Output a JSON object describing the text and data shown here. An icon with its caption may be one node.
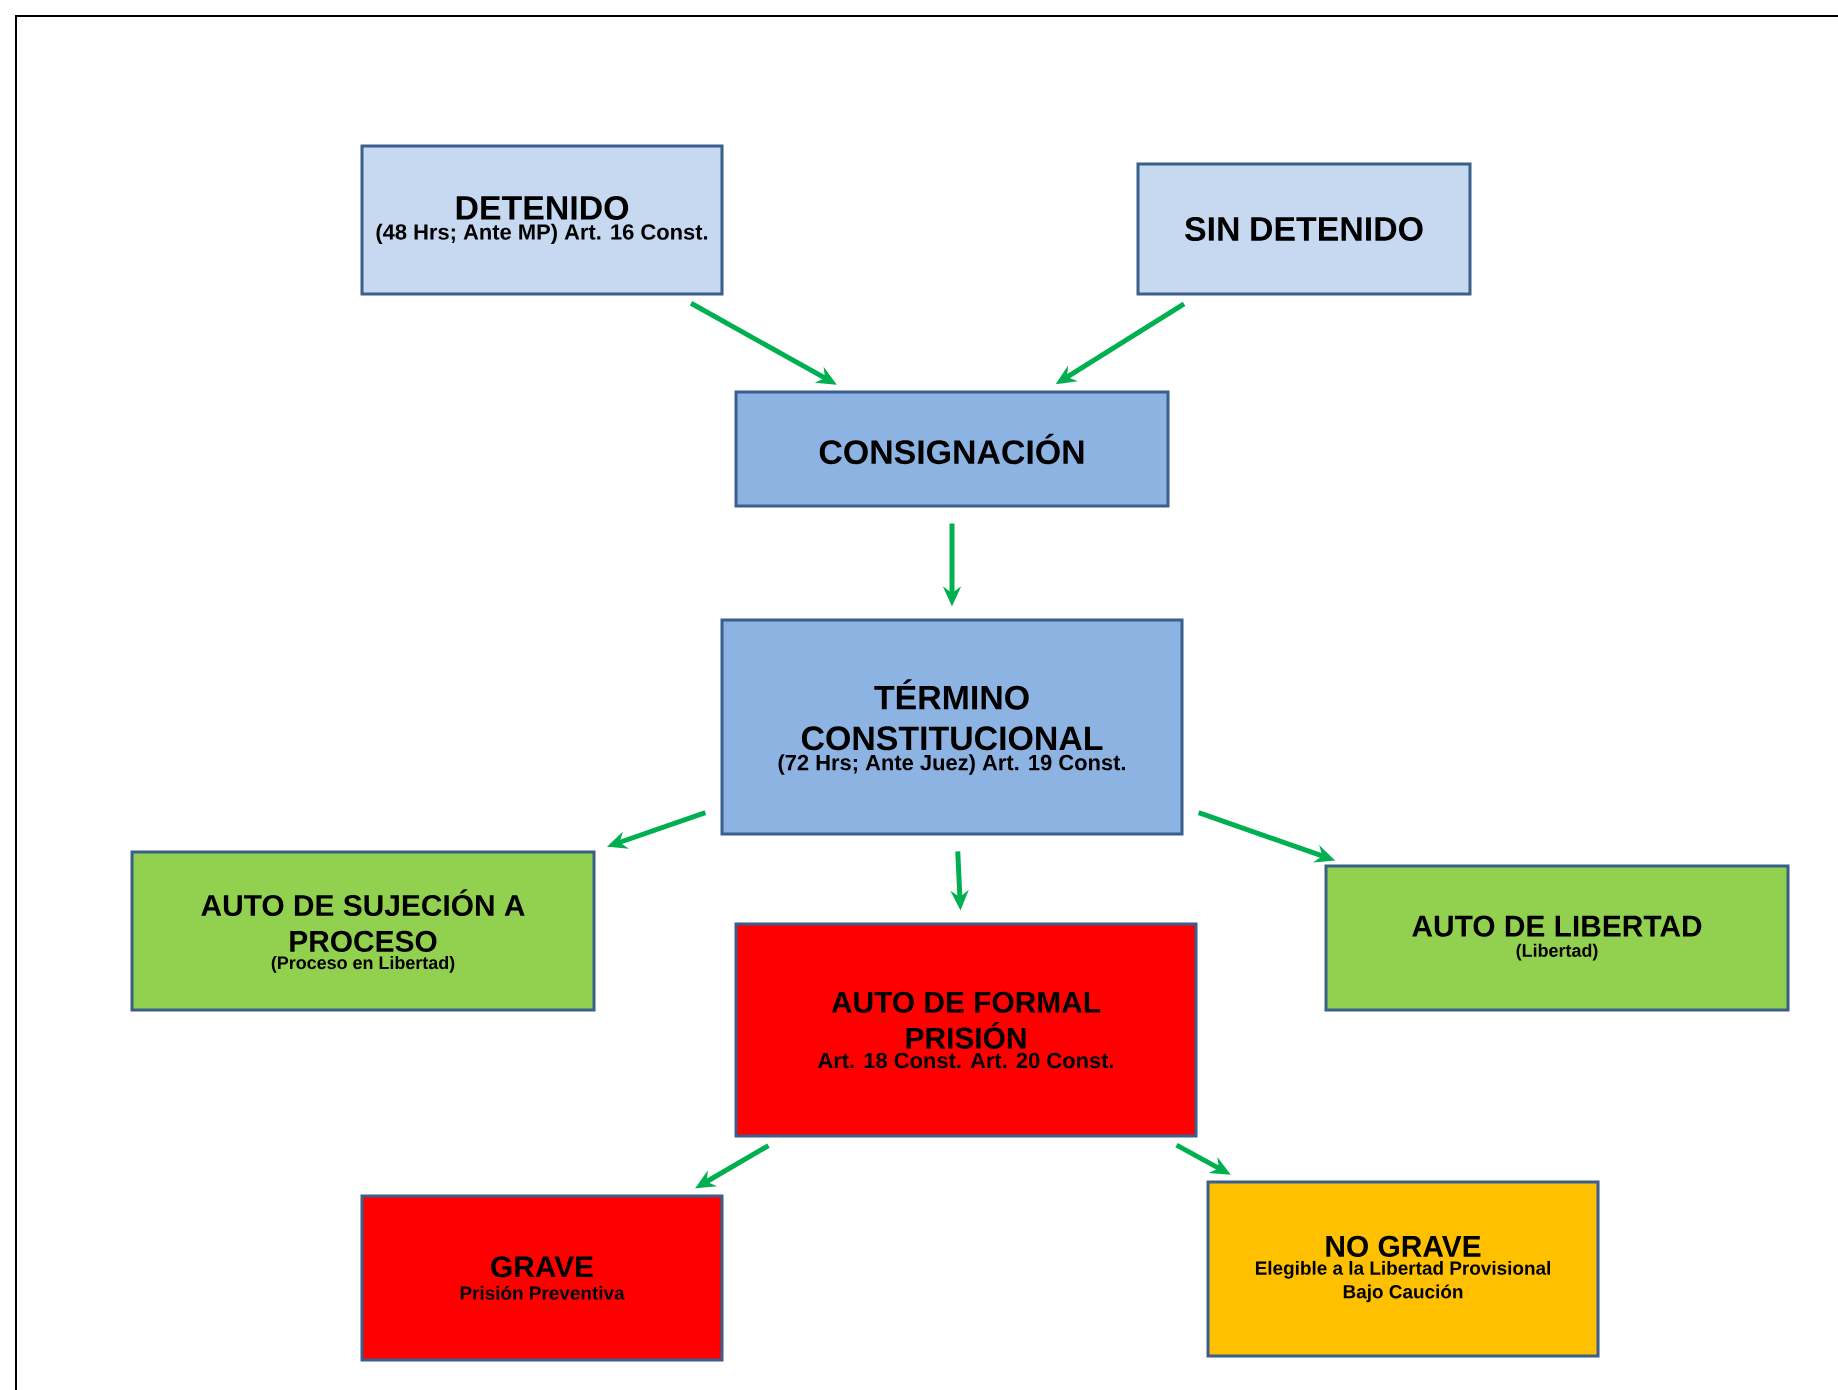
{
  "diagram": {
    "nodes": [
      {
        "text": [
          "DETENIDO",
          "(48 Hrs; Ante MP) Art. 16 Const."
        ]
      },
      {
        "text": [
          "SIN DETENIDO"
        ]
      },
      {
        "text": [
          "CONSIGNACIÓN"
        ]
      },
      {
        "text": [
          "TÉRMINO CONSTITUCIONAL",
          "(72 Hrs; Ante Juez) Art. 19 Const."
        ]
      },
      {
        "text": [
          "AUTO DE SUJECIÓN A PROCESO",
          "(Proceso en Libertad)"
        ]
      },
      {
        "text": [
          "AUTO DE FORMAL PRISIÓN",
          "Art. 18 Const. Art. 20 Const."
        ]
      },
      {
        "text": [
          "AUTO DE LIBERTAD",
          "(Libertad)"
        ]
      },
      {
        "text": [
          "GRAVE",
          "Prisión Preventiva"
        ]
      },
      {
        "text": [
          "NO GRAVE",
          "Elegible a la Libertad Provisional Bajo Caución"
        ]
      }
    ],
    "edges": [
      {
        "from": 0,
        "to": 2,
        "arrow": "to"
      },
      {
        "from": 1,
        "to": 2,
        "arrow": "to"
      },
      {
        "from": 2,
        "to": 3,
        "arrow": "to"
      },
      {
        "from": 3,
        "to": 4,
        "arrow": "to"
      },
      {
        "from": 3,
        "to": 5,
        "arrow": "to"
      },
      {
        "from": 3,
        "to": 6,
        "arrow": "to"
      },
      {
        "from": 5,
        "to": 7,
        "arrow": "to"
      },
      {
        "from": 5,
        "to": 8,
        "arrow": "to"
      }
    ]
  }
}
